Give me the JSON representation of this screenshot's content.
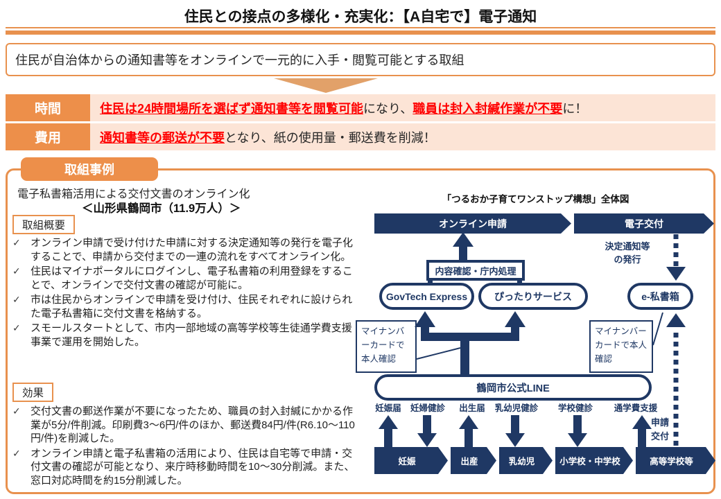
{
  "colors": {
    "accent_orange": "#ED8F4A",
    "border_orange": "#E8914E",
    "light_orange_bg": "#FCE4D6",
    "navy": "#1F3864",
    "highlight_red": "#FF0000"
  },
  "icons": {
    "check": "✓"
  },
  "header": {
    "title": "住民との接点の多様化・充実化：【A自宅で】電子通知"
  },
  "summary": {
    "text": "住民が自治体からの通知書等をオンラインで一元的に入手・閲覧可能とする取組"
  },
  "benefits": {
    "rows": [
      {
        "label": "時間",
        "segments": [
          {
            "text": "住民は24時間場所を選ばず通知書等を閲覧可能"
          },
          {
            "text": "になり、"
          },
          {
            "text": "職員は封入封緘作業が不要"
          },
          {
            "text": "に！"
          }
        ]
      },
      {
        "label": "費用",
        "segments": [
          {
            "text": "通知書等の郵送が不要"
          },
          {
            "text": "となり、紙の使用量・郵送費を削減！"
          }
        ]
      }
    ]
  },
  "case_section": {
    "tab_label": "取組事例",
    "case_title": "電子私書箱活用による交付文書のオンライン化",
    "case_subtitle": "＜山形県鶴岡市（11.9万人）＞",
    "overview_label": "取組概要",
    "overview_bullets": [
      "オンライン申請で受け付けた申請に対する決定通知等の発行を電子化することで、申請から交付までの一連の流れをすべてオンライン化。",
      "住民はマイナポータルにログインし、電子私書箱の利用登録をすることで、オンラインで交付文書の確認が可能に。",
      "市は住民からオンラインで申請を受け付け、住民それぞれに設けられた電子私書箱に交付文書を格納する。",
      "スモールスタートとして、市内一部地域の高等学校等生徒通学費支援事業で運用を開始した。"
    ],
    "effect_label": "効果",
    "effect_bullets": [
      "交付文書の郵送作業が不要になったため、職員の封入封緘にかかる作業が5分/件削減。印刷費3～6円/件のほか、郵送費84円/件(R6.10～110円/件)を削減した。",
      "オンライン申請と電子私書箱の活用により、住民は自宅等で申請・交付文書の確認が可能となり、来庁時移動時間を10～30分削減。また、窓口対応時間を約15分削減した。"
    ]
  },
  "diagram": {
    "title": "「つるおか子育てワンストップ構想」全体図",
    "bar_online_application": "オンライン申請",
    "bar_electronic_delivery": "電子交付",
    "issue_note_line1": "決定通知等",
    "issue_note_line2": "の発行",
    "process_box": "内容確認・庁内処理",
    "pill_govtech": "GovTech Express",
    "pill_pittari": "ぴったりサービス",
    "pill_eshishobako": "e-私書箱",
    "mynumber_note": "マイナンバーカードで本人確認",
    "line_pill": "鶴岡市公式LINE",
    "services": [
      {
        "label": "妊娠届",
        "dir": "up"
      },
      {
        "label": "妊婦健診",
        "dir": "down"
      },
      {
        "label": "出生届",
        "dir": "up"
      },
      {
        "label": "乳幼児健診",
        "dir": "down"
      },
      {
        "label": "学校健診",
        "dir": "down"
      },
      {
        "label": "通学費支援",
        "dir": "up"
      }
    ],
    "apply_label": "申請",
    "deliver_label": "交付",
    "stages": [
      "妊娠",
      "出産",
      "乳幼児",
      "小学校・中学校",
      "高等学校等"
    ]
  }
}
